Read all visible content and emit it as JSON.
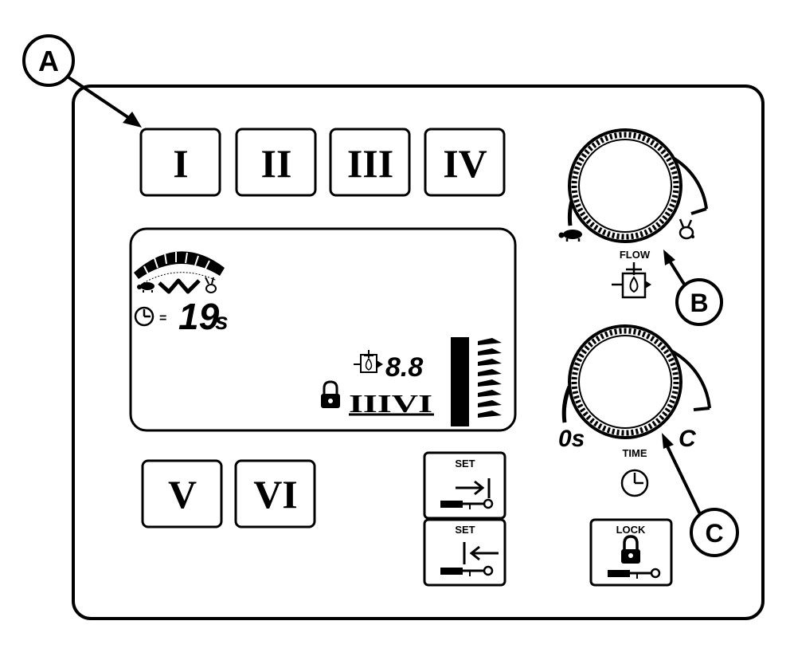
{
  "callouts": {
    "a": "A",
    "b": "B",
    "c": "C"
  },
  "preset_buttons": {
    "btn1": "I",
    "btn2": "II",
    "btn3": "III",
    "btn4": "IV",
    "btn5": "V",
    "btn6": "VI"
  },
  "lcd": {
    "timer_equals": "=",
    "timer_value": "19",
    "timer_unit": "s",
    "flow_value": "8.8",
    "preset_indicator": "IIIVI"
  },
  "flow_knob": {
    "label": "FLOW"
  },
  "time_knob": {
    "min_label": "0s",
    "max_label": "C",
    "label": "TIME"
  },
  "set_buttons": {
    "set_out_label": "SET",
    "set_in_label": "SET"
  },
  "lock_button": {
    "label": "LOCK"
  },
  "colors": {
    "ink": "#000000",
    "paper": "#ffffff"
  }
}
